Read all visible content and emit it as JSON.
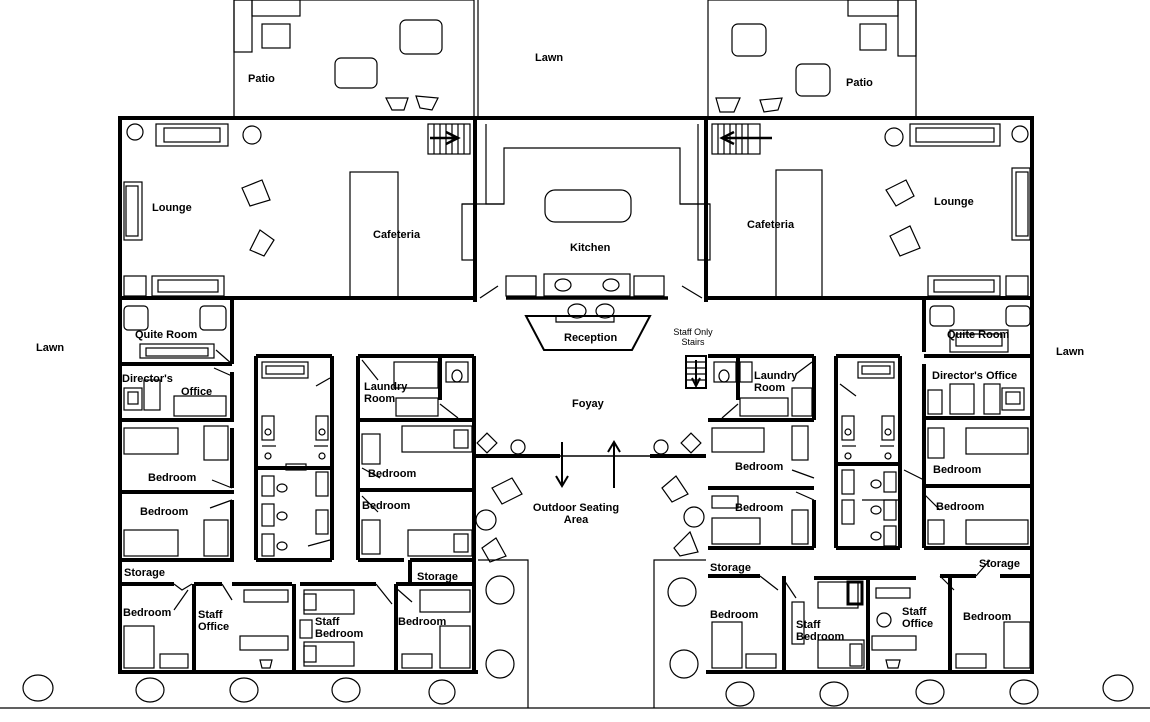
{
  "labels": {
    "lawn_top": "Lawn",
    "lawn_left": "Lawn",
    "lawn_right": "Lawn",
    "patio_left": "Patio",
    "patio_right": "Patio",
    "lounge_left": "Lounge",
    "lounge_right": "Lounge",
    "cafeteria_left": "Cafeteria",
    "cafeteria_right": "Cafeteria",
    "kitchen": "Kitchen",
    "reception": "Reception",
    "staff_only_stairs_line1": "Staff Only",
    "staff_only_stairs_line2": "Stairs",
    "foyay": "Foyay",
    "outdoor_seating_line1": "Outdoor Seating",
    "outdoor_seating_line2": "Area",
    "quite_room_left": "Quite Room",
    "quite_room_right": "Quite Room",
    "directors_office_left_line1": "Director's",
    "directors_office_left_line2": "Office",
    "directors_office_right": "Director's Office",
    "laundry_left_line1": "Laundry",
    "laundry_left_line2": "Room",
    "laundry_right_line1": "Laundry",
    "laundry_right_line2": "Room",
    "bedroom": "Bedroom",
    "storage": "Storage",
    "staff_office_line1": "Staff",
    "staff_office_line2": "Office",
    "staff_bedroom_line1": "Staff",
    "staff_bedroom_line2": "Bedroom"
  },
  "colors": {
    "ink": "#000000",
    "paper": "#ffffff"
  }
}
